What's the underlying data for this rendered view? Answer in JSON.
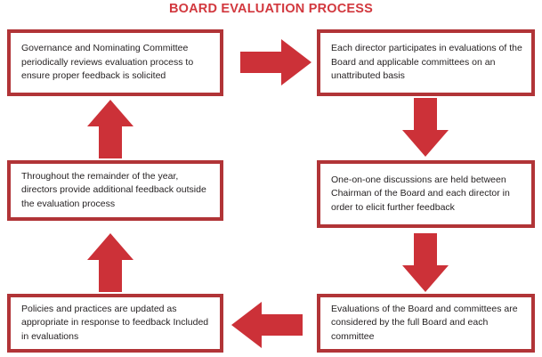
{
  "title": "BOARD EVALUATION PROCESS",
  "colors": {
    "arrow_red": "#CC3138",
    "box_border_red": "#B13437",
    "title_red": "#D2383E",
    "text_dark": "#231f20",
    "background": "#FFFFFF"
  },
  "boxes": [
    {
      "id": "governance-committee",
      "text": "Governance and Nominating Committee periodically reviews evaluation process to ensure proper feedback is solicited"
    },
    {
      "id": "director-participation",
      "text": "Each director participates in evaluations of the Board and applicable committees on an unattributed basis"
    },
    {
      "id": "remainder-of-year",
      "text": "Throughout the remainder of the year, directors provide additional feedback outside the evaluation process"
    },
    {
      "id": "one-on-one-discussions",
      "text": "One-on-one discussions are held between Chairman of the Board and each director in order to elicit further feedback"
    },
    {
      "id": "policies-updated",
      "text": "Policies and practices are updated as appropriate in response to feedback Included in evaluations"
    },
    {
      "id": "evaluations-considered",
      "text": "Evaluations of the Board and committees are considered by the full Board and each committee"
    }
  ],
  "arrows": [
    {
      "id": "arrow-right-top",
      "direction": "right",
      "from": "governance-committee",
      "to": "director-participation"
    },
    {
      "id": "arrow-down-1",
      "direction": "down",
      "from": "director-participation",
      "to": "one-on-one-discussions"
    },
    {
      "id": "arrow-down-2",
      "direction": "down",
      "from": "one-on-one-discussions",
      "to": "evaluations-considered"
    },
    {
      "id": "arrow-left-bottom",
      "direction": "left",
      "from": "evaluations-considered",
      "to": "policies-updated"
    },
    {
      "id": "arrow-up-1",
      "direction": "up",
      "from": "policies-updated",
      "to": "remainder-of-year"
    },
    {
      "id": "arrow-up-2",
      "direction": "up",
      "from": "remainder-of-year",
      "to": "governance-committee"
    }
  ]
}
